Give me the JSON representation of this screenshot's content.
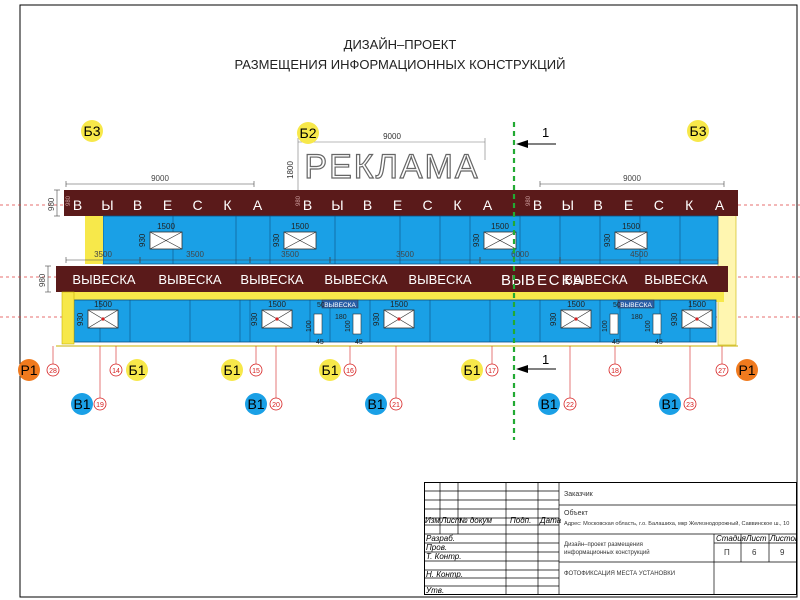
{
  "title": {
    "line1": "ДИЗАЙН–ПРОЕКТ",
    "line2": "РАЗМЕЩЕНИЯ ИНФОРМАЦИОННЫХ КОНСТРУКЦИЙ"
  },
  "colors": {
    "maroon": "#5a1a1a",
    "blue": "#1aa0e6",
    "yellow": "#f7e84a",
    "lightyellow": "#fff6b0",
    "orange": "#f07a1e",
    "green": "#22aa33",
    "red": "#d62020"
  },
  "billboard": {
    "text": "РЕКЛАМА",
    "width": "9000",
    "height": "1800"
  },
  "section": {
    "label": "1"
  },
  "top_marks": {
    "left": "Б3",
    "center": "Б2",
    "right": "Б3"
  },
  "upper": {
    "height": "980",
    "sign_text": [
      "В",
      "Ы",
      "В",
      "Е",
      "С",
      "К",
      "А"
    ],
    "small_code": "980",
    "spans": [
      "9000",
      "9000"
    ],
    "window_width": "1500",
    "window_height": "930",
    "bay_widths": [
      "3500",
      "3500",
      "3500",
      "3500",
      "6000",
      "4500"
    ]
  },
  "lower": {
    "height": "980",
    "sign_text": [
      "ВЫВЕСКА",
      "ВЫВЕСКА",
      "ВЫВЕСКА",
      "ВЫВЕСКА",
      "ВЫВЕСКА",
      "ВЫВЕСКА",
      "ВЫВЕСКА",
      "ВЫВЕСКА"
    ],
    "sign_wide": [
      "В",
      "Ы",
      "В",
      "Е",
      "С",
      "К",
      "А"
    ],
    "window_width": "1500",
    "window_height": "930",
    "small_sign": "ВЫВЕСКА",
    "dims_small": [
      "50",
      "100",
      "180",
      "100",
      "45",
      "45"
    ]
  },
  "bottom_markers": {
    "p_left": "Р1",
    "p_right": "Р1",
    "b1": [
      "Б1",
      "Б1",
      "Б1",
      "Б1"
    ],
    "v1": [
      "В1",
      "В1",
      "В1",
      "В1",
      "В1"
    ],
    "nums_p": [
      "28",
      "27"
    ],
    "nums_b": [
      "14",
      "15",
      "16",
      "17"
    ],
    "nums_v": [
      "19",
      "20",
      "21",
      "22",
      "23"
    ],
    "num_extra": "18"
  },
  "stamp": {
    "customer_label": "Заказчик",
    "object_label": "Объект",
    "address": "Адрес: Московская область, г.о. Балашиха, мкр Железнодорожный, Саввинское ш., 10",
    "headers": [
      "Изм",
      "Лист",
      "№ докум",
      "Подп.",
      "Дата"
    ],
    "roles": [
      "Разраб.",
      "Пров.",
      "Т. Контр.",
      "",
      "Н. Контр.",
      "Утв."
    ],
    "description": "Дизайн–проект размещения информационных конструкций",
    "stage_header": "Стадия",
    "sheet_header": "Лист",
    "sheets_header": "Листов",
    "stage": "П",
    "sheet": "6",
    "sheets": "9",
    "photo_label": "ФОТОФИКСАЦИЯ МЕСТА УСТАНОВКИ"
  }
}
